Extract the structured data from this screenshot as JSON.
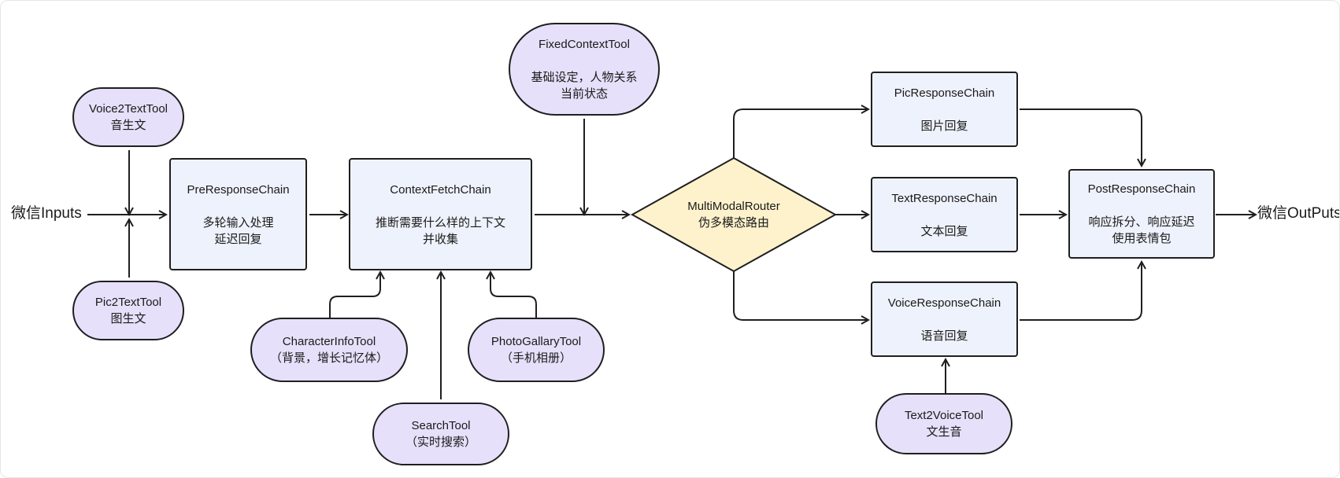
{
  "io": {
    "input": "微信Inputs",
    "output": "微信OutPuts"
  },
  "chains": {
    "pre": {
      "title": "PreResponseChain",
      "desc1": "多轮输入处理",
      "desc2": "延迟回复"
    },
    "context": {
      "title": "ContextFetchChain",
      "desc1": "推断需要什么样的上下文",
      "desc2": "并收集"
    },
    "pic": {
      "title": "PicResponseChain",
      "desc1": "图片回复"
    },
    "text": {
      "title": "TextResponseChain",
      "desc1": "文本回复"
    },
    "voice": {
      "title": "VoiceResponseChain",
      "desc1": "语音回复"
    },
    "post": {
      "title": "PostResponseChain",
      "desc1": "响应拆分、响应延迟",
      "desc2": "使用表情包"
    }
  },
  "router": {
    "title": "MultiModalRouter",
    "desc": "伪多模态路由"
  },
  "tools": {
    "voice2text": {
      "title": "Voice2TextTool",
      "desc": "音生文"
    },
    "pic2text": {
      "title": "Pic2TextTool",
      "desc": "图生文"
    },
    "fixedcontext": {
      "title": "FixedContextTool",
      "desc1": "基础设定，人物关系",
      "desc2": "当前状态"
    },
    "characterinfo": {
      "title": "CharacterInfoTool",
      "desc": "（背景，增长记忆体）"
    },
    "search": {
      "title": "SearchTool",
      "desc": "（实时搜索）"
    },
    "photogallery": {
      "title": "PhotoGallaryTool",
      "desc": "（手机相册）"
    },
    "text2voice": {
      "title": "Text2VoiceTool",
      "desc": "文生音"
    }
  },
  "colors": {
    "chain_fill": "#eef2fc",
    "tool_fill": "#e7e0fa",
    "router_fill": "#fdf2cc",
    "stroke": "#1f1f1f"
  }
}
